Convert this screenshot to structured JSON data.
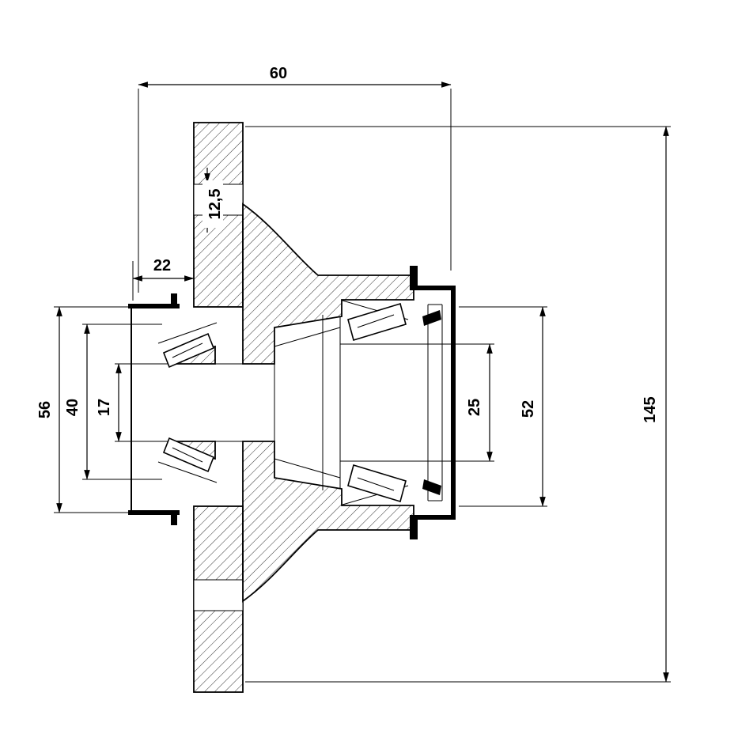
{
  "drawing": {
    "colors": {
      "line": "#000000",
      "background": "#ffffff"
    },
    "dims": {
      "overall_length": "60",
      "flange_hole": "12,5",
      "seal_offset": "22",
      "seal_seat_diameter": "56",
      "inner_bearing_diameter": "40",
      "inner_bore_diameter": "17",
      "outer_bore_diameter": "25",
      "outer_bearing_diameter": "52",
      "flange_diameter": "145"
    }
  }
}
